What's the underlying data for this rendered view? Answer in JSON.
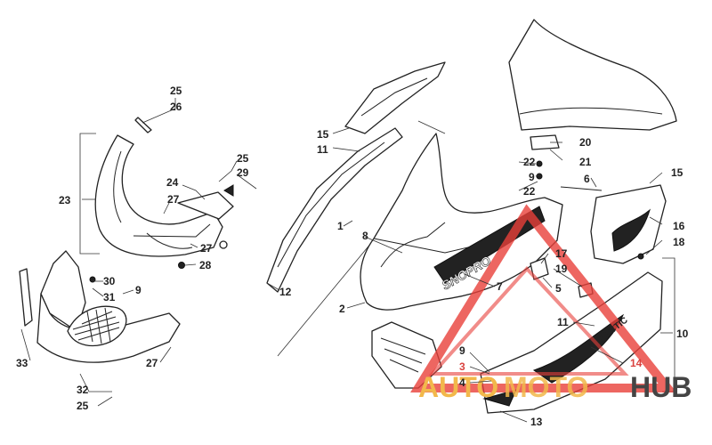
{
  "parts": [
    {
      "id": "p25a",
      "label": "25"
    },
    {
      "id": "p26",
      "label": "26"
    },
    {
      "id": "p23",
      "label": "23"
    },
    {
      "id": "p24",
      "label": "24"
    },
    {
      "id": "p27a",
      "label": "27"
    },
    {
      "id": "p25b",
      "label": "25"
    },
    {
      "id": "p29",
      "label": "29"
    },
    {
      "id": "p27b",
      "label": "27"
    },
    {
      "id": "p28",
      "label": "28"
    },
    {
      "id": "p30",
      "label": "30"
    },
    {
      "id": "p31",
      "label": "31"
    },
    {
      "id": "p9a",
      "label": "9"
    },
    {
      "id": "p33",
      "label": "33"
    },
    {
      "id": "p27c",
      "label": "27"
    },
    {
      "id": "p32",
      "label": "32"
    },
    {
      "id": "p25c",
      "label": "25"
    },
    {
      "id": "p15a",
      "label": "15"
    },
    {
      "id": "p11a",
      "label": "11"
    },
    {
      "id": "p12",
      "label": "12"
    },
    {
      "id": "p1",
      "label": "1"
    },
    {
      "id": "p8",
      "label": "8"
    },
    {
      "id": "p2",
      "label": "2"
    },
    {
      "id": "p7",
      "label": "7"
    },
    {
      "id": "p20",
      "label": "20"
    },
    {
      "id": "p22a",
      "label": "22"
    },
    {
      "id": "p21",
      "label": "21"
    },
    {
      "id": "p9b",
      "label": "9"
    },
    {
      "id": "p22b",
      "label": "22"
    },
    {
      "id": "p6",
      "label": "6"
    },
    {
      "id": "p15b",
      "label": "15"
    },
    {
      "id": "p16",
      "label": "16"
    },
    {
      "id": "p18",
      "label": "18"
    },
    {
      "id": "p17",
      "label": "17"
    },
    {
      "id": "p19",
      "label": "19"
    },
    {
      "id": "p5",
      "label": "5"
    },
    {
      "id": "p11b",
      "label": "11"
    },
    {
      "id": "p10",
      "label": "10"
    },
    {
      "id": "p9c",
      "label": "9"
    },
    {
      "id": "p3",
      "label": "3"
    },
    {
      "id": "p4",
      "label": "4"
    },
    {
      "id": "p14",
      "label": "14"
    },
    {
      "id": "p13",
      "label": "13"
    }
  ],
  "decal_text": "SNOPRO",
  "decal_text_small": "ARCTIC",
  "watermark": {
    "part1": "AUTO",
    "part2": "MOTO",
    "part3": "HUB",
    "color_1": "#f2b84b",
    "color_2": "#f2b84b",
    "color_3": "#444444",
    "triangle_color": "#e8403a"
  }
}
